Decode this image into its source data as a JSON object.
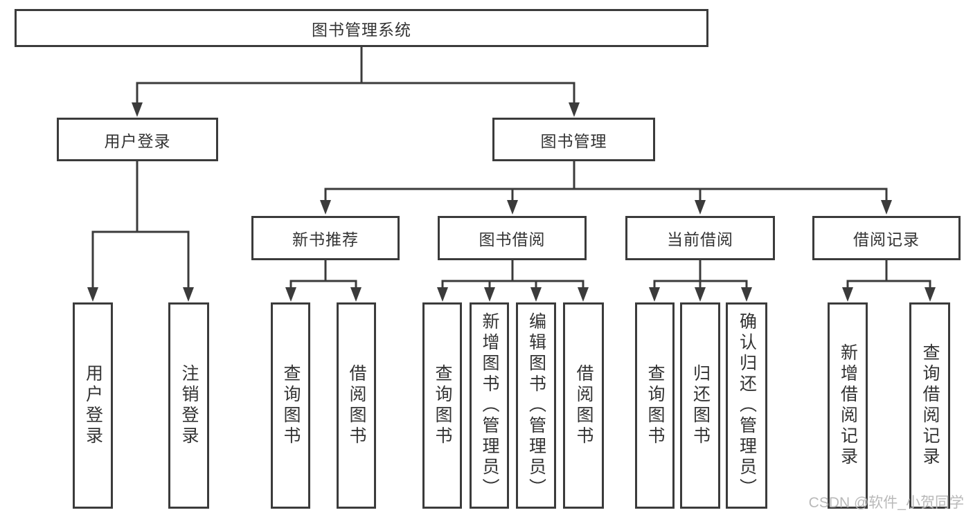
{
  "colors": {
    "line": "#3b3b3b",
    "text": "#333333",
    "watermark": "#b9b9b9",
    "background": "#ffffff"
  },
  "watermark": "CSDN @软件_小贺同学",
  "diagram": {
    "root": "图书管理系统",
    "branches": {
      "user_login": {
        "label": "用户登录",
        "leaves": [
          "用户登录",
          "注销登录"
        ]
      },
      "book_mgmt": {
        "label": "图书管理",
        "sections": [
          {
            "label": "新书推荐",
            "leaves": [
              "查询图书",
              "借阅图书"
            ]
          },
          {
            "label": "图书借阅",
            "leaves": [
              "查询图书",
              "新增图书（管理员）",
              "编辑图书（管理员）",
              "借阅图书"
            ]
          },
          {
            "label": "当前借阅",
            "leaves": [
              "查询图书",
              "归还图书",
              "确认归还（管理员）"
            ]
          },
          {
            "label": "借阅记录",
            "leaves": [
              "新增借阅记录",
              "查询借阅记录"
            ]
          }
        ]
      }
    }
  }
}
